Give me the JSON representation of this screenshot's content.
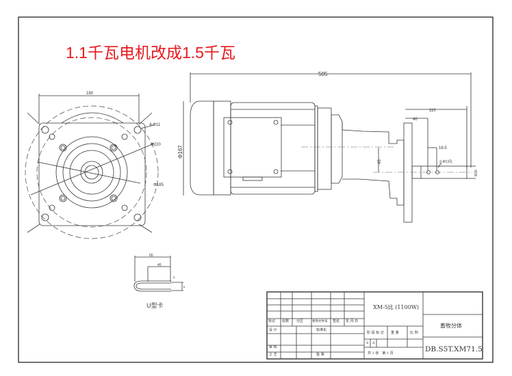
{
  "title": "1.1千瓦电机改成1.5千瓦",
  "title_color": "#e8191f",
  "dims": {
    "width_180": "180",
    "holes": "4-Φ11",
    "d220": "Φ220",
    "d185": "Φ185",
    "length": "505",
    "d167": "Φ167",
    "d110": "110",
    "d40": "40",
    "d16_5": "16.5",
    "holes2": "2-Φ13孔",
    "offset": "45",
    "shaft": "Φ30",
    "u65": "65",
    "u40": "40",
    "u8": "8",
    "u8b": "8"
  },
  "u_clip_label": "U型卡",
  "title_block": {
    "model": "XM-5比 (1100W)",
    "headers": [
      "标记",
      "处数",
      "分区",
      "更改文件号",
      "签名",
      "年,月,日"
    ],
    "design": "设 计",
    "standard": "标准化",
    "review": "审 核",
    "process": "工 艺",
    "approve": "批 准",
    "stage": "阶 段 标 记",
    "weight": "重 量",
    "scale": "比 例",
    "s": "S",
    "a": "A",
    "sheets": "共 1 张　第 1 页",
    "name": "畜牧分体",
    "drawing_no": "DB.S5T.XM71.5"
  }
}
